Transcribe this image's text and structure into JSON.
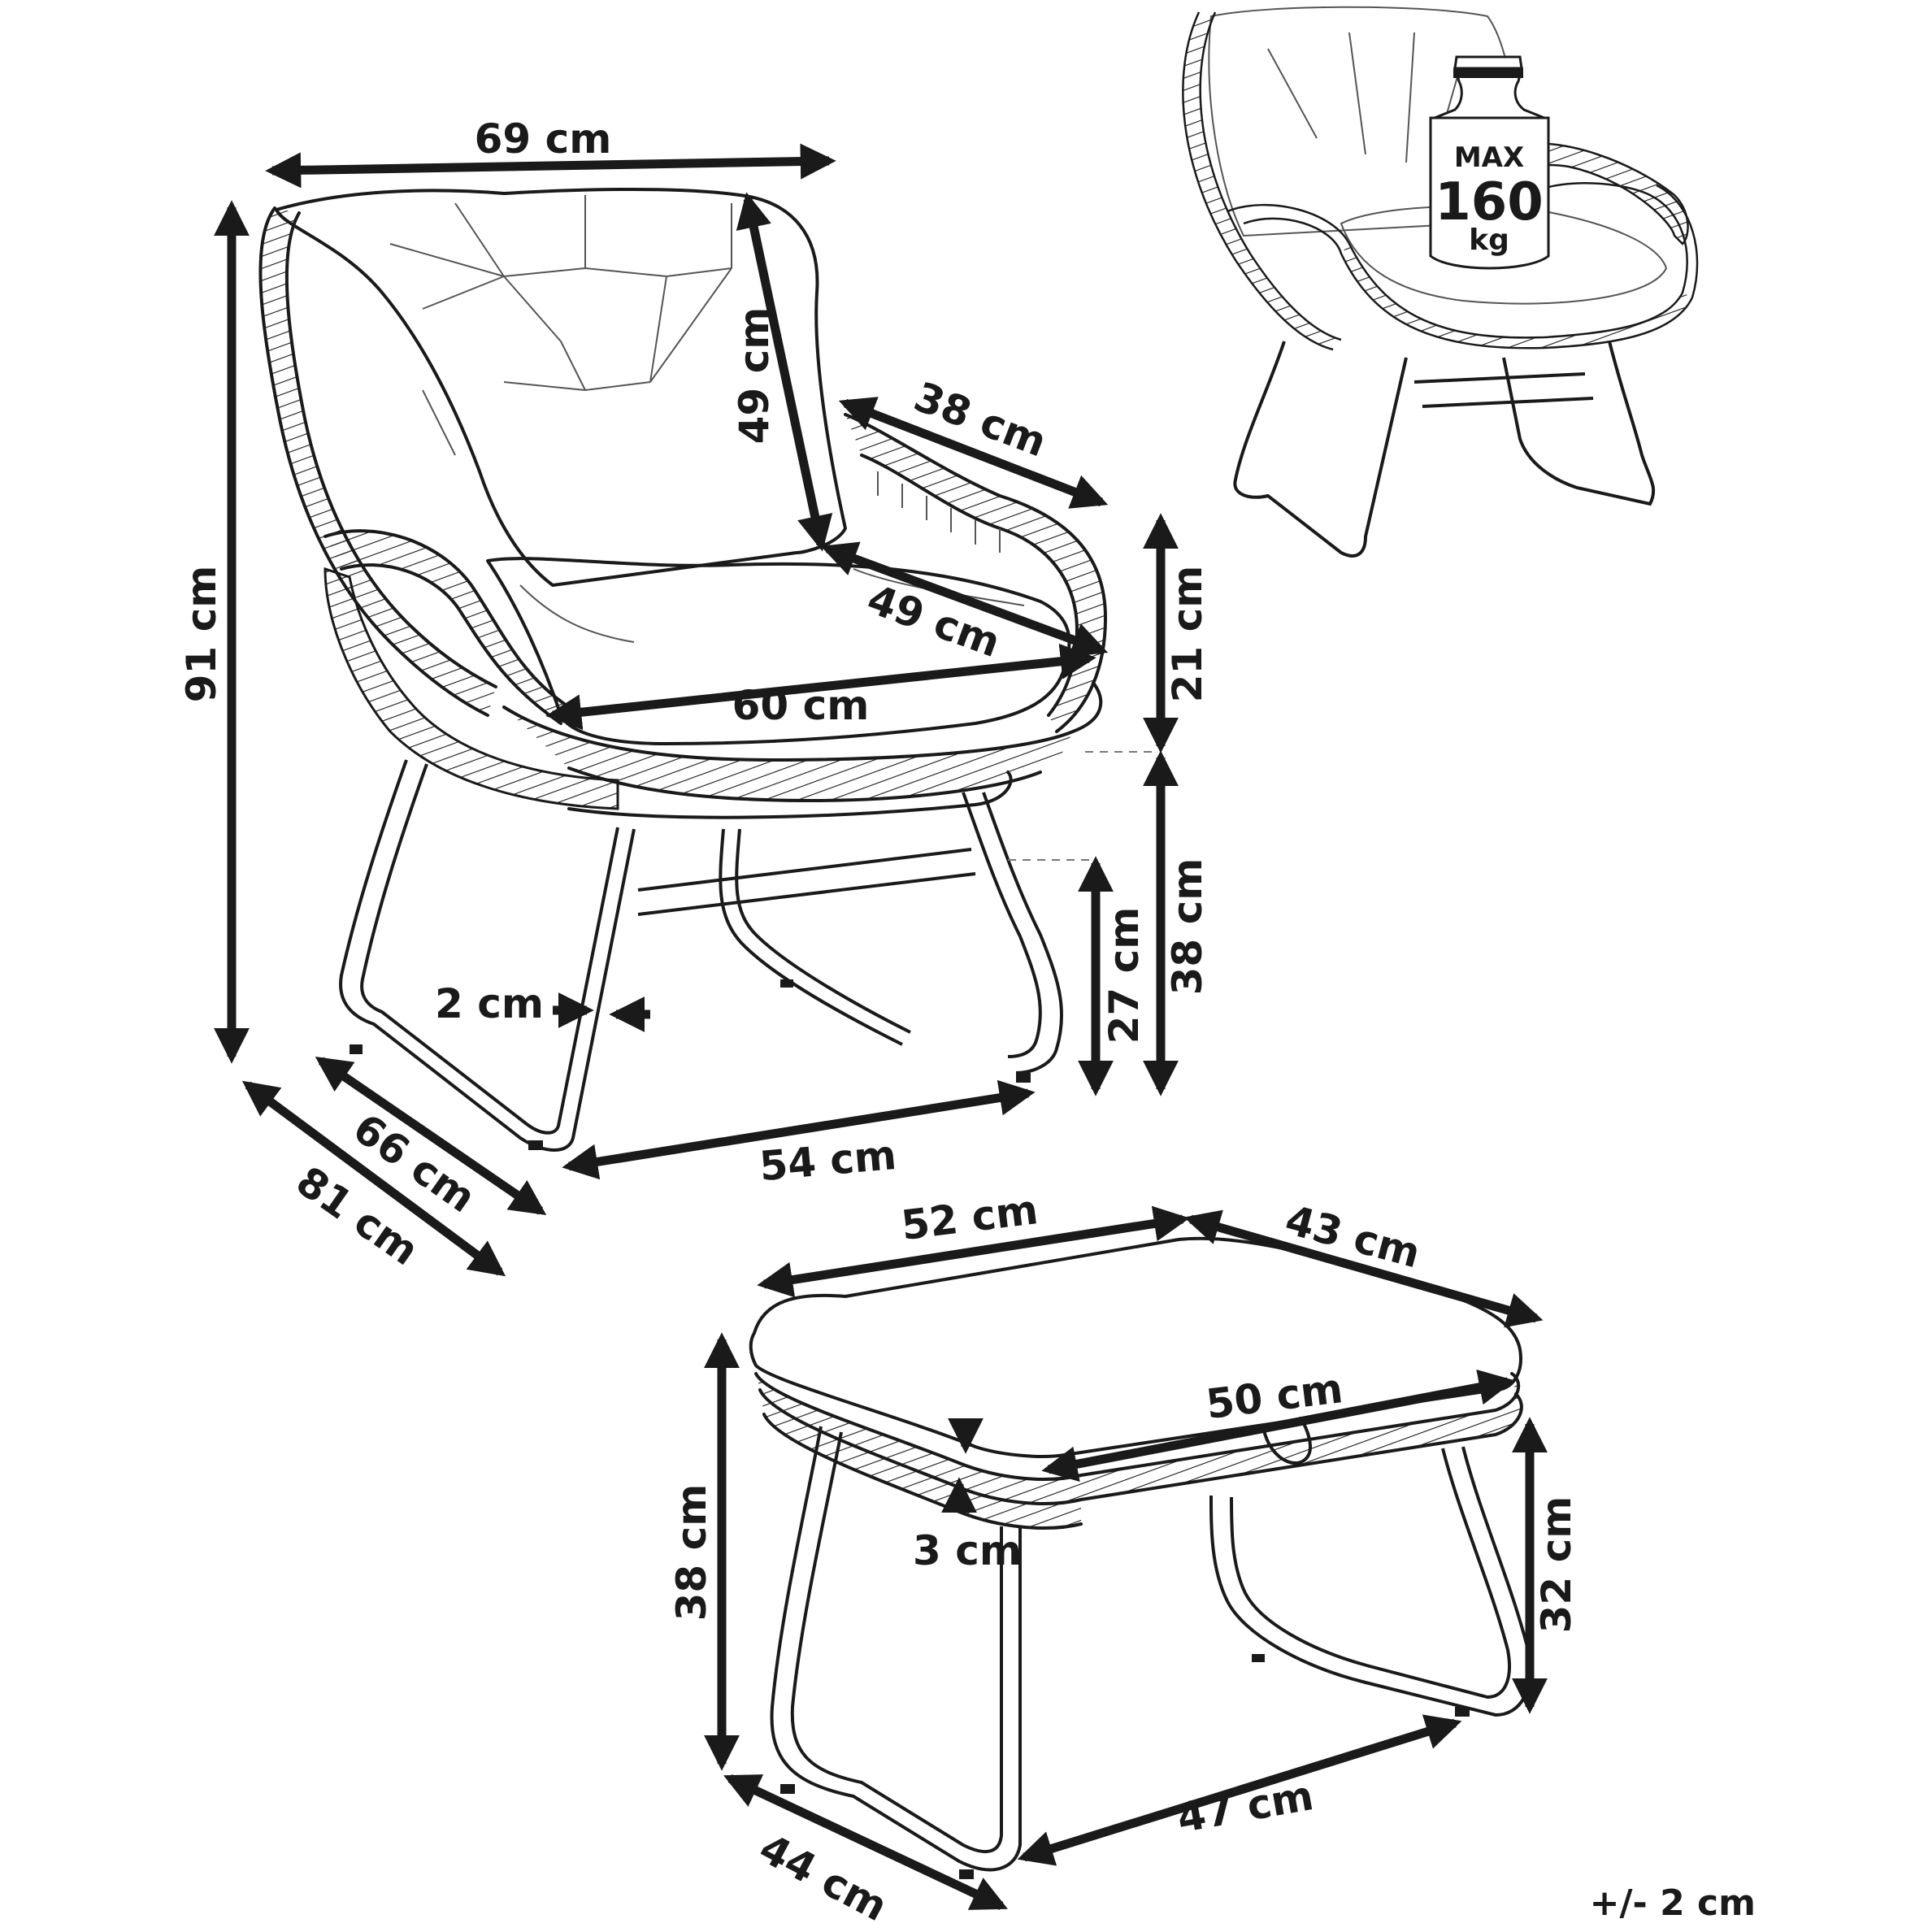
{
  "armchair": {
    "dims": {
      "width": "69 cm",
      "height": "91 cm",
      "backrest": "49 cm",
      "armrest_depth": "38 cm",
      "seat_depth": "49 cm",
      "seat_width": "60 cm",
      "armrest_height": "21 cm",
      "seat_height": "38 cm",
      "crossbar_height": "27 cm",
      "leg_diameter": "2 cm",
      "base_depth": "66 cm",
      "overall_depth": "81 cm",
      "base_width": "54 cm"
    }
  },
  "weight_badge": {
    "max": "MAX",
    "value": "160",
    "unit": "kg"
  },
  "footstool": {
    "dims": {
      "width": "52 cm",
      "depth": "43 cm",
      "cushion_width": "50 cm",
      "cushion_thickness": "3 cm",
      "height": "38 cm",
      "frame_height": "32 cm",
      "base_depth": "44 cm",
      "base_width": "47 cm"
    }
  },
  "tolerance": "+/- 2 cm"
}
